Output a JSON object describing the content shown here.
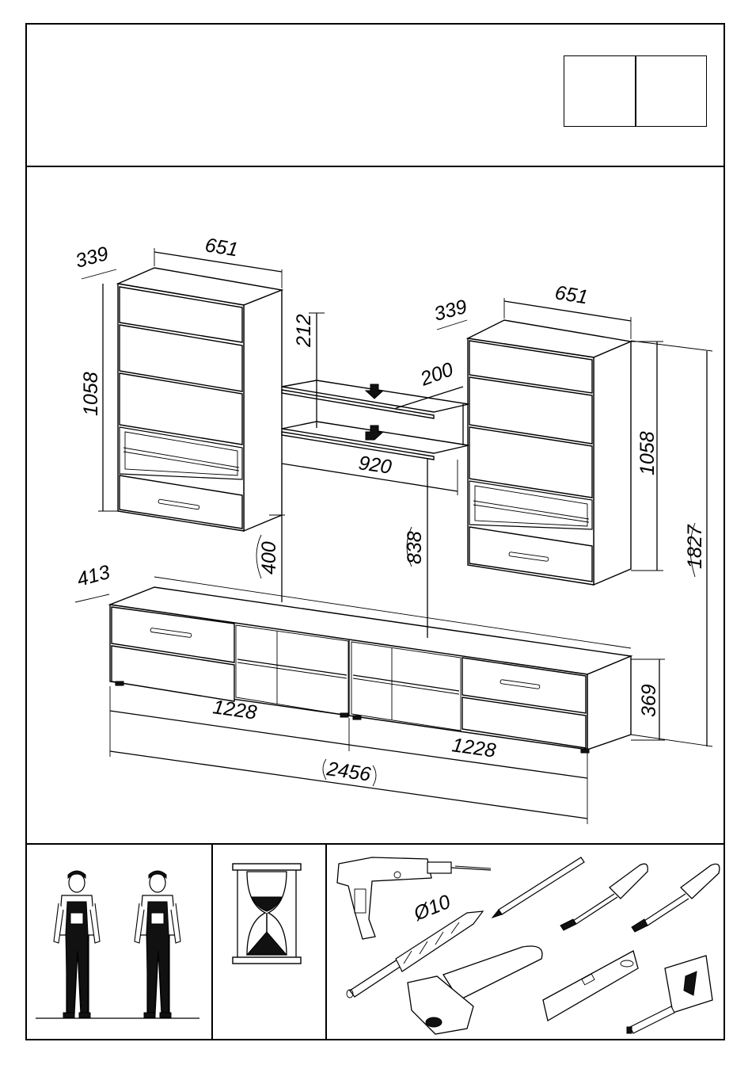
{
  "dimensions": {
    "wall_left_depth": "339",
    "wall_left_width": "651",
    "wall_left_height": "1058",
    "wall_right_depth": "339",
    "wall_right_width": "651",
    "wall_right_height": "1058",
    "shelf_spacing": "212",
    "shelf_depth": "200",
    "shelf_width": "920",
    "gap_above_tv": "400",
    "shelf_above_tv": "838",
    "total_height": "1827",
    "tv_depth": "413",
    "tv_height": "369",
    "tv_left_width": "1228",
    "tv_right_width": "1228",
    "total_width": "2456"
  },
  "tools": {
    "drill_bit_diameter": "Ø10"
  }
}
